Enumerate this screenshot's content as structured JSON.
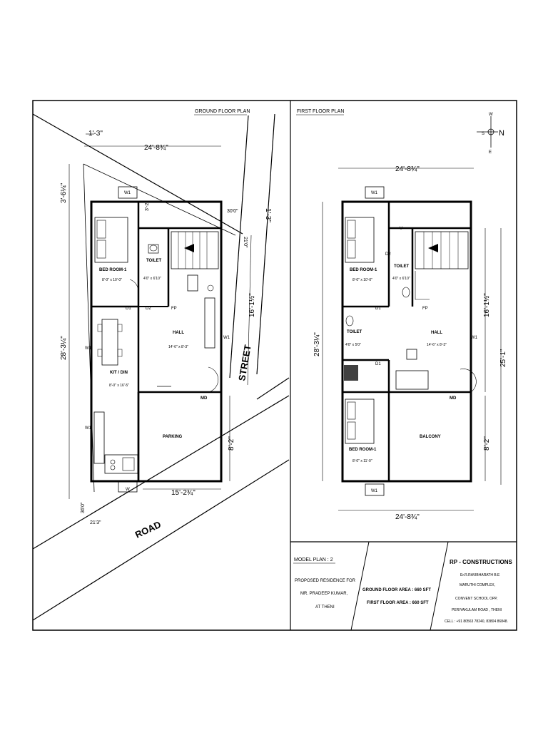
{
  "colors": {
    "ink": "#000000",
    "paper": "#ffffff"
  },
  "ground_floor": {
    "title": "GROUND FLOOR PLAN",
    "dim_top_offset": "1'-3\"",
    "dim_top": "24'-8¾\"",
    "dim_left_top": "3'-6¼\"",
    "dim_left_main": "28'-3¼\"",
    "dim_slant_top": "30'0\"",
    "dim_right_small": "1'-3\"",
    "dim_right_slant": "21'0\"",
    "dim_right_mid": "16'-1½\"",
    "dim_parking": "8'-2\"",
    "dim_bottom": "15'-2¾\"",
    "dim_bottom_left_1": "36'0\"",
    "dim_bottom_left_2": "21'3\"",
    "dim_toilet_v": "3'-2\"",
    "street": "STREET",
    "road": "ROAD",
    "rooms": {
      "bed_name": "BED ROOM-1",
      "bed_size": "8'-0\" x 10'-0\"",
      "toilet_name": "TOILET",
      "toilet_size": "4'0\" x 6'10\"",
      "hall_name": "HALL",
      "hall_size": "14'-6\" x 8'-3\"",
      "kit_name": "KIT / DIN",
      "kit_size": "8'-0\" x 16'-5\"",
      "parking_name": "PARKING"
    },
    "tags": {
      "w1": "W1",
      "d1": "D1",
      "d2": "D2",
      "md": "MD",
      "w": "W",
      "fp": "FP"
    }
  },
  "first_floor": {
    "title": "FIRST FLOOR PLAN",
    "dim_top": "24'-8¾\"",
    "dim_bottom": "24'-8¾\"",
    "dim_left": "28'-3¼\"",
    "dim_right_top": "16'-1½\"",
    "dim_right_full": "25'-1\"",
    "dim_right_bottom": "8'-2\"",
    "rooms": {
      "bed_top_name": "BED ROOM-1",
      "bed_top_size": "8'-0\" x 10'-0\"",
      "toilet_top_name": "TOILET",
      "toilet_top_size": "4'0\" x 6'10\"",
      "toilet_left_name": "TOILET",
      "toilet_left_size": "4'0\" x 5'0\"",
      "hall_name": "HALL",
      "hall_size": "14'-6\" x 8'-3\"",
      "bed_bottom_name": "BED ROOM-1",
      "bed_bottom_size": "8'-0\" x 11'-0\"",
      "balcony_name": "BALCONY"
    },
    "tags": {
      "w1": "W1",
      "d1": "D1",
      "d2": "D2",
      "md": "MD",
      "v": "V",
      "fp": "FP"
    }
  },
  "compass": {
    "w": "W",
    "s": "S",
    "n": "N",
    "e": "E"
  },
  "title_block": {
    "model_plan": "MODEL PLAN : 2",
    "proposed_1": "PROPOSED RESIDENCE FOR",
    "proposed_2": "MR. PRADEEP KUMAR,",
    "proposed_3": "AT THENI",
    "gf_area": "GROUND FLOOR AREA : 660 SFT",
    "ff_area": "FIRST FLOOR AREA : 660 SFT",
    "company": "RP - CONSTRUCTIONS",
    "addr_1": "Er.R.RAVIBHARATH B.E",
    "addr_2": "MARUTHI COMPLEX,",
    "addr_3": "CONVENT SCHOOL OPP,",
    "addr_4": "PERIYAKULAM ROAD , THENI",
    "addr_5": "CELL : +91 80563 78240, 83804 86848."
  }
}
